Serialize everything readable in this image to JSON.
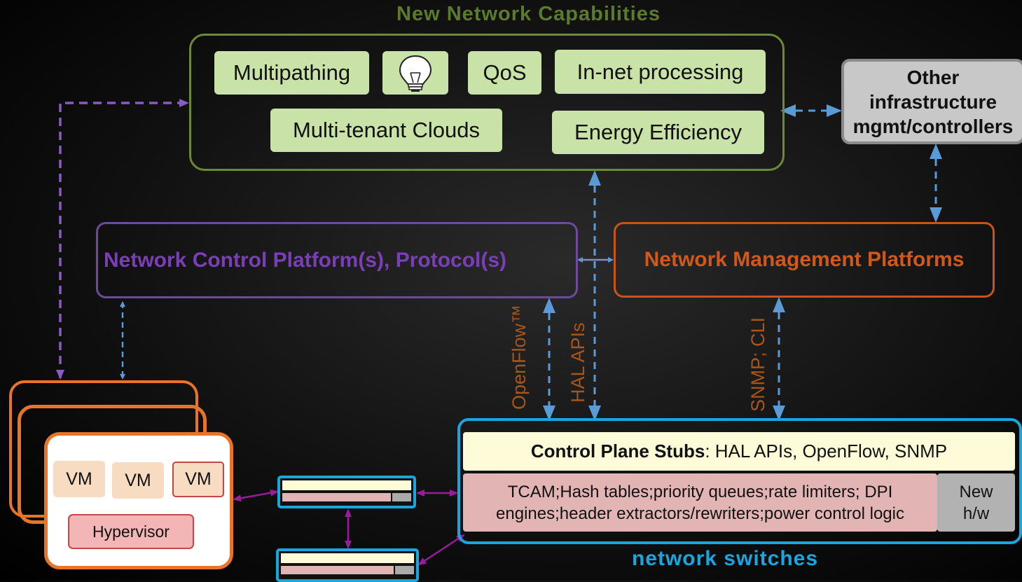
{
  "capabilities": {
    "title": "New Network Capabilities",
    "items": {
      "multipathing": "Multipathing",
      "qos": "QoS",
      "in_net": "In-net processing",
      "multi_tenant": "Multi-tenant Clouds",
      "energy": "Energy Efficiency"
    },
    "color": "#6b8a34",
    "icon": "lightbulb-icon"
  },
  "other_infra": {
    "line1": "Other",
    "line2": "infrastructure",
    "line3": "mgmt/controllers"
  },
  "control_platform": {
    "label": "Network Control Platform(s), Protocol(s)",
    "color": "#7a3fb8"
  },
  "mgmt_platform": {
    "label": "Network Management Platforms",
    "color": "#d0581a"
  },
  "interfaces": {
    "openflow": "OpenFlow™",
    "hal": "HAL APIs",
    "snmp": "SNMP; CLI"
  },
  "switch": {
    "stubs_bold": "Control Plane Stubs",
    "stubs_rest": ": HAL APIs, OpenFlow, SNMP",
    "hw_line1": "TCAM;Hash tables;priority queues;rate limiters; DPI",
    "hw_line2": "engines;header extractors/rewriters;power control logic",
    "new_hw_line1": "New",
    "new_hw_line2": "h/w",
    "label": "network switches",
    "color": "#1aa5dd"
  },
  "host": {
    "vm1": "VM",
    "vm2": "VM",
    "vm3": "VM",
    "hypervisor": "Hypervisor"
  }
}
